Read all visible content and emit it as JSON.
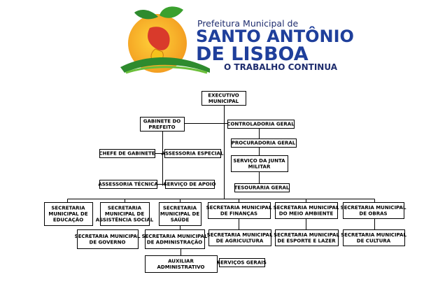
{
  "brand": {
    "line1": "Prefeitura Municipal de",
    "line2": "SANTO ANTÔNIO",
    "line3": "DE LISBOA",
    "tagline": "O TRABALHO CONTINUA",
    "colors": {
      "blue": "#1f3f9b",
      "green": "#2e8b2e",
      "orange": "#f29a1f",
      "yellow": "#f6c21c",
      "red": "#d93a2b"
    }
  },
  "org": {
    "executivo": [
      "EXECUTIVO",
      "MUNICIPAL"
    ],
    "gabinete": [
      "GABINETE DO",
      "PREFEITO"
    ],
    "controladoria": [
      "CONTROLADORIA GERAL"
    ],
    "procuradoria": [
      "PROCURADORIA GERAL"
    ],
    "junta": [
      "SERVIÇO DA JUNTA",
      "MILITAR"
    ],
    "tesouraria": [
      "TESOURARIA GERAL"
    ],
    "chefe_gabinete": [
      "CHEFE DE GABINETE"
    ],
    "assessoria_especial": [
      "ASSESSORIA ESPECIAL"
    ],
    "assessoria_tecnica": [
      "ASSESSORIA TÉCNICA"
    ],
    "servico_apoio": [
      "SERVIÇO DE APOIO"
    ],
    "sec_educacao": [
      "SECRETARIA",
      "MUNICIPAL DE",
      "EDUCAÇÃO"
    ],
    "sec_assistencia": [
      "SECRETARIA",
      "MUNICIPAL DE",
      "ASSISTÊNCIA SOCIAL"
    ],
    "sec_saude": [
      "SECRETARIA",
      "MUNICIPAL DE",
      "SAÚDE"
    ],
    "sec_financas": [
      "SECRETARIA MUNICIPAL",
      "DE FINANÇAS"
    ],
    "sec_meio_ambiente": [
      "SECRETARIA MUNICIPAL",
      "DO MEIO AMBIENTE"
    ],
    "sec_obras": [
      "SECRETARIA MUNICIPAL",
      "DE OBRAS"
    ],
    "sec_governo": [
      "SECRETARIA MUNICIPAL",
      "DE GOVERNO"
    ],
    "sec_administracao": [
      "SECRETARIA MUNICIPAL",
      "DE ADMINISTRAÇÃO"
    ],
    "sec_agricultura": [
      "SECRETARIA MUNICIPAL",
      "DE AGRICULTURA"
    ],
    "sec_esporte": [
      "SECRETARIA MUNICIPAL",
      "DE ESPORTE E LAZER"
    ],
    "sec_cultura": [
      "SECRETARIA MUNICIPAL",
      "DE CULTURA"
    ],
    "auxiliar": [
      "AUXILIAR",
      "ADMINISTRATIVO"
    ],
    "servicos_gerais": [
      "SERVIÇOS GERAIS"
    ]
  }
}
